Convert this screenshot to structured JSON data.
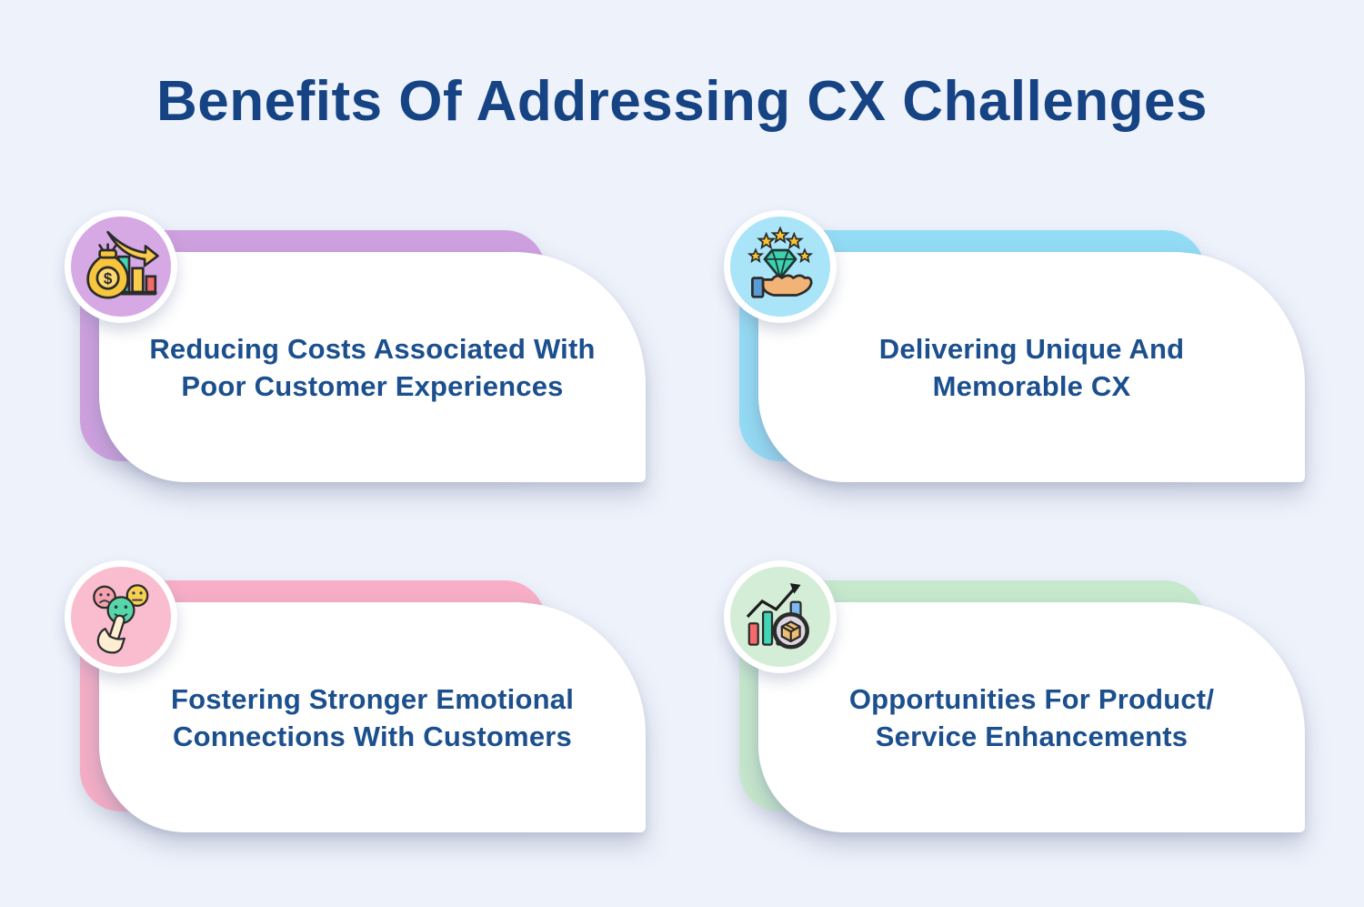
{
  "page": {
    "title": "Benefits Of Addressing CX Challenges",
    "background_color": "#EEF2FB",
    "title_color": "#164383",
    "text_color": "#1B4F8E",
    "panel_color": "#FFFFFF"
  },
  "cards": [
    {
      "id": "reducing-costs",
      "icon": "money-bag-declining-chart-icon",
      "accent_color": "#CFA0DF",
      "badge_color": "#D6A9E5",
      "line1": "Reducing Costs Associated With",
      "line2": "Poor Customer Experiences"
    },
    {
      "id": "unique-cx",
      "icon": "hand-holding-diamond-stars-icon",
      "accent_color": "#93DCF5",
      "badge_color": "#A9E4F9",
      "line1": "Delivering Unique And",
      "line2": "Memorable CX"
    },
    {
      "id": "emotional-connections",
      "icon": "finger-choosing-happy-face-icon",
      "accent_color": "#F7AEC6",
      "badge_color": "#F9BDCF",
      "line1": "Fostering Stronger Emotional",
      "line2": "Connections With Customers"
    },
    {
      "id": "product-enhancements",
      "icon": "growth-chart-magnifier-box-icon",
      "accent_color": "#C6E8CC",
      "badge_color": "#D4EDD6",
      "line1": "Opportunities For Product/",
      "line2": "Service Enhancements"
    }
  ]
}
